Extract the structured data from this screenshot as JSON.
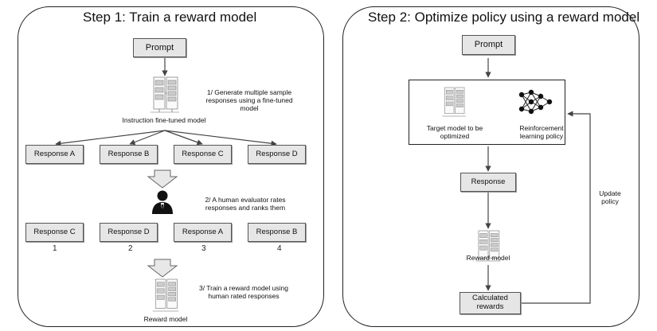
{
  "step1": {
    "title": "Step 1: Train a reward model",
    "prompt": "Prompt",
    "model_label": "Instruction fine-tuned model",
    "note1": "1/ Generate multiple sample responses using a fine-tuned model",
    "responses": [
      "Response A",
      "Response B",
      "Response C",
      "Response D"
    ],
    "note2": "2/ A human evaluator rates responses and ranks them",
    "ranked": [
      "Response C",
      "Response D",
      "Response A",
      "Response B"
    ],
    "ranks": [
      "1",
      "2",
      "3",
      "4"
    ],
    "note3": "3/ Train a reward model using human rated responses",
    "reward_label": "Reward model"
  },
  "step2": {
    "title": "Step 2: Optimize policy using a reward model",
    "prompt": "Prompt",
    "target_label": "Target model to be optimized",
    "rl_label": "Reinforcement learning policy",
    "response": "Response",
    "reward_label": "Reward model",
    "calculated": "Calculated rewards",
    "update": "Update policy"
  },
  "colors": {
    "box_fill": "#e6e6e6",
    "border": "#222222",
    "arrow": "#444444"
  }
}
